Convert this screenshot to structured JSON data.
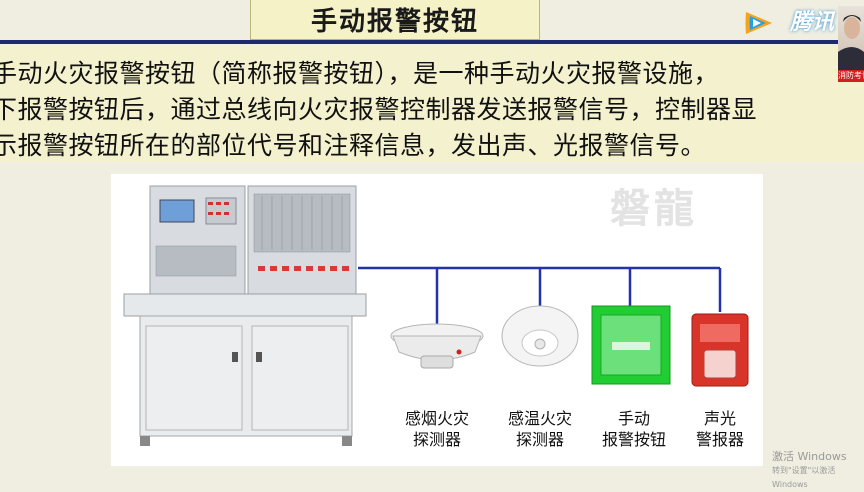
{
  "title": "手动报警按钮",
  "paragraph": [
    "手动火灾报警按钮（简称报警按钮），是一种手动火灾报警设施，",
    "下报警按钮后，通过总线向火灾报警控制器发送报警信号，控制器显",
    "示报警按钮所在的部位代号和注释信息，发出声、光报警信号。"
  ],
  "brand": {
    "name": "腾讯",
    "presenter_tag": "消防考证"
  },
  "watermark": "磐龍",
  "devices": [
    {
      "line1": "感烟火灾",
      "line2": "探测器"
    },
    {
      "line1": "感温火灾",
      "line2": "探测器"
    },
    {
      "line1": "手动",
      "line2": "报警按钮"
    },
    {
      "line1": "声光",
      "line2": "警报器"
    }
  ],
  "windows_notice": {
    "line1": "激活 Windows",
    "line2": "转到\"设置\"以激活 Windows"
  },
  "colors": {
    "title_rule": "#1d2a6e",
    "bus_line": "#2233aa",
    "manual_button": "#22cc33",
    "alarm": "#d8342a"
  }
}
